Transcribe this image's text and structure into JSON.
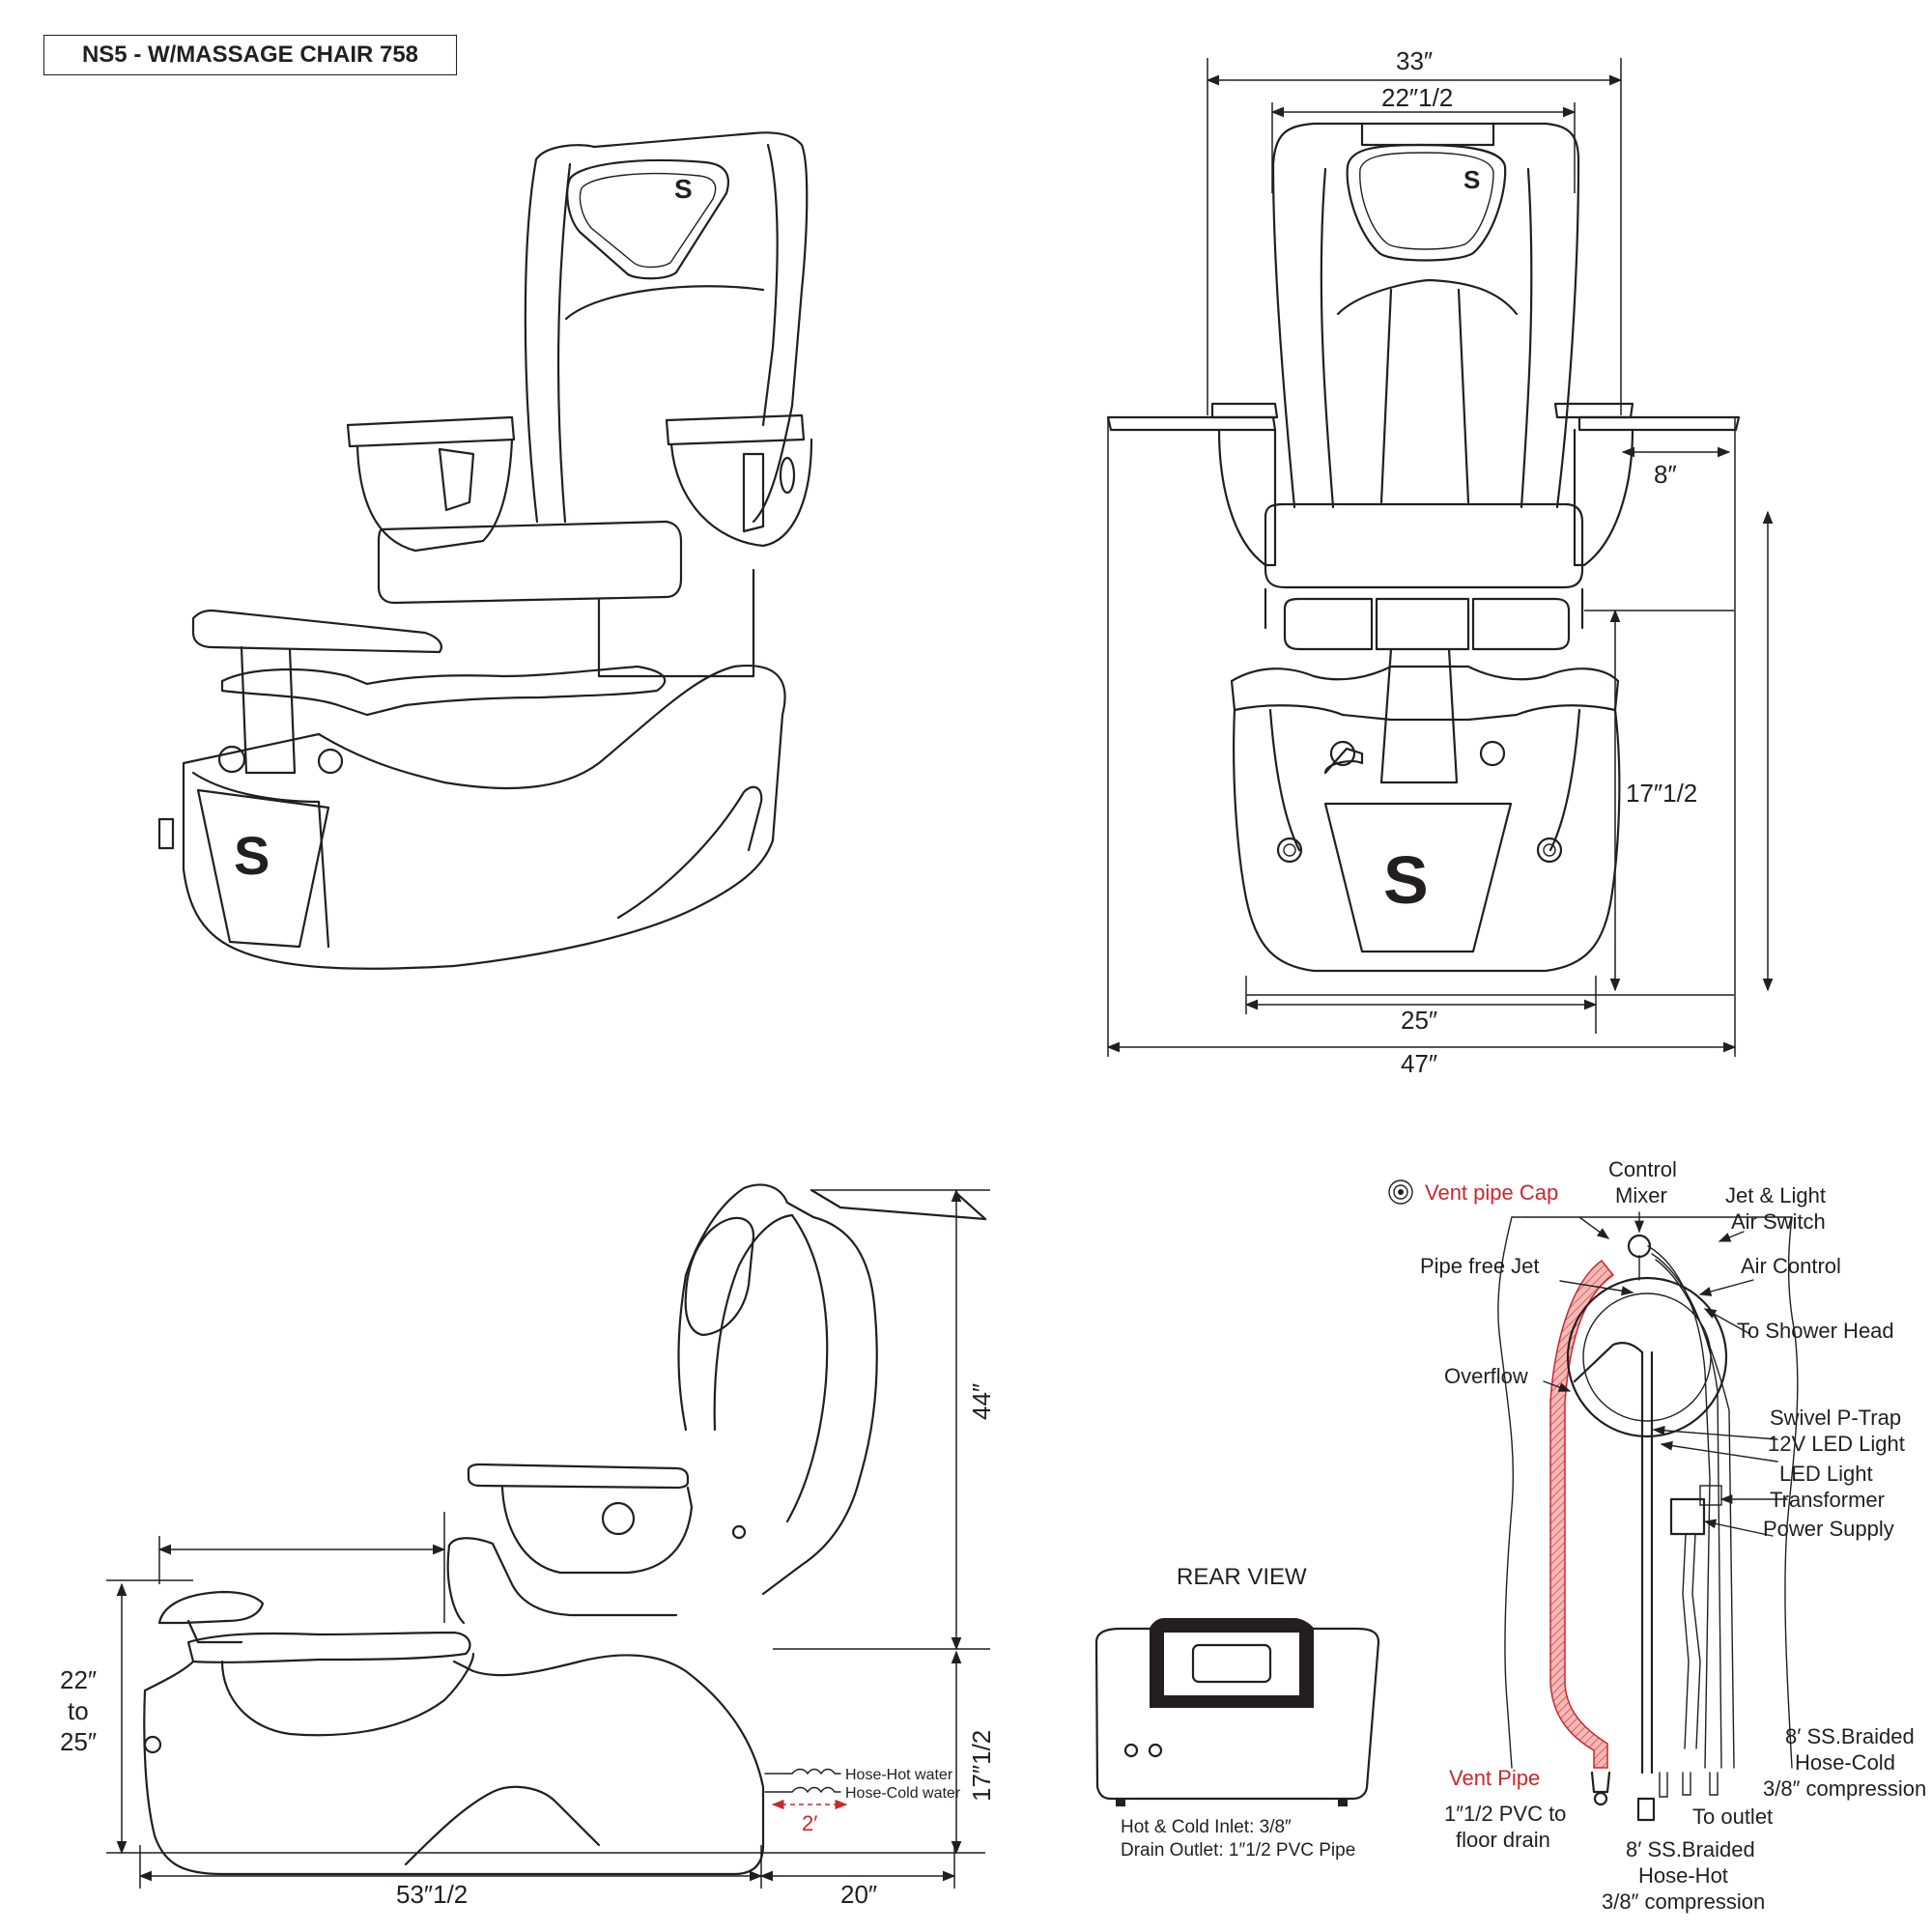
{
  "title": "NS5 - W/MASSAGE CHAIR 758",
  "brand_mark": "S",
  "front_view": {
    "dim_top_outer": "33″",
    "dim_top_inner": "22″1/2",
    "dim_armrest": "8″",
    "dim_height": "17″1/2",
    "dim_base": "25″",
    "dim_overall": "47″"
  },
  "side_view": {
    "dim_total_height": "44″",
    "dim_seat_height": "17″1/2",
    "dim_footrest_range": [
      "22″",
      "to",
      "25″"
    ],
    "dim_length": "53″1/2",
    "dim_clearance": "20″",
    "dim_hose": "2′",
    "hose_hot": "Hose-Hot water",
    "hose_cold": "Hose-Cold water"
  },
  "rear_view": {
    "label": "REAR VIEW",
    "note_inlet": "Hot & Cold Inlet: 3/8″",
    "note_drain": "Drain Outlet: 1″1/2 PVC Pipe"
  },
  "plumbing": {
    "vent_pipe_cap": "Vent pipe Cap",
    "control_mixer": [
      "Control",
      "Mixer"
    ],
    "jet_light_switch": [
      "Jet & Light",
      "Air Switch"
    ],
    "pipe_free_jet": "Pipe free Jet",
    "air_control": "Air Control",
    "to_shower_head": "To Shower Head",
    "overflow": "Overflow",
    "swivel_p_trap": "Swivel P-Trap",
    "led_light_12v": "12V LED Light",
    "led_transformer": [
      "LED Light",
      "Transformer"
    ],
    "power_supply": "Power Supply",
    "hose_cold_braided": [
      "8′ SS.Braided",
      "Hose-Cold",
      "3/8″ compression"
    ],
    "vent_pipe": "Vent Pipe",
    "pvc_drain": [
      "1″1/2 PVC to",
      "floor drain"
    ],
    "to_outlet": "To outlet",
    "hose_hot_braided": [
      "8′ SS.Braided",
      "Hose-Hot",
      "3/8″ compression"
    ]
  },
  "colors": {
    "line": "#231f20",
    "accent_red": "#c8282e",
    "vent_fill": "#f4b9b5"
  }
}
